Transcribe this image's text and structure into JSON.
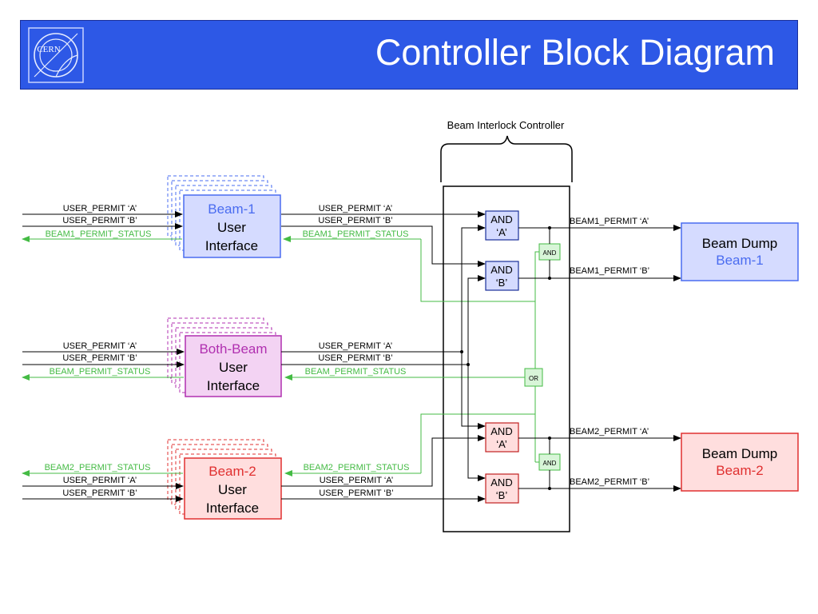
{
  "title": "Controller Block Diagram",
  "logo_text": "CERN",
  "colors": {
    "title_bar": "#2d58e6",
    "beam1": "#4a6cf0",
    "beam1_fill": "#d5dbff",
    "both": "#b030b0",
    "both_fill": "#f3d3f3",
    "beam2": "#e03030",
    "beam2_fill": "#ffdede",
    "status_green": "#44bb44",
    "logic_fill": "#d8f5d8"
  },
  "controller_label": "Beam Interlock Controller",
  "interfaces": {
    "beam1": {
      "name": "Beam-1",
      "line1": "User",
      "line2": "Interface"
    },
    "both": {
      "name": "Both-Beam",
      "line1": "User",
      "line2": "Interface"
    },
    "beam2": {
      "name": "Beam-2",
      "line1": "User",
      "line2": "Interface"
    }
  },
  "signals": {
    "permit_a": "USER_PERMIT ‘A’",
    "permit_b": "USER_PERMIT ‘B’",
    "beam1_status": "BEAM1_PERMIT_STATUS",
    "beam_status": "BEAM_PERMIT_STATUS",
    "beam2_status": "BEAM2_PERMIT_STATUS"
  },
  "gates": {
    "and_label": "AND",
    "a_label": "‘A’",
    "b_label": "‘B’",
    "or_label": "OR"
  },
  "outputs": {
    "beam1_a": "BEAM1_PERMIT ‘A’",
    "beam1_b": "BEAM1_PERMIT ‘B’",
    "beam2_a": "BEAM2_PERMIT ‘A’",
    "beam2_b": "BEAM2_PERMIT ‘B’"
  },
  "dumps": {
    "beam1": {
      "title": "Beam Dump",
      "sub": "Beam-1"
    },
    "beam2": {
      "title": "Beam Dump",
      "sub": "Beam-2"
    }
  }
}
